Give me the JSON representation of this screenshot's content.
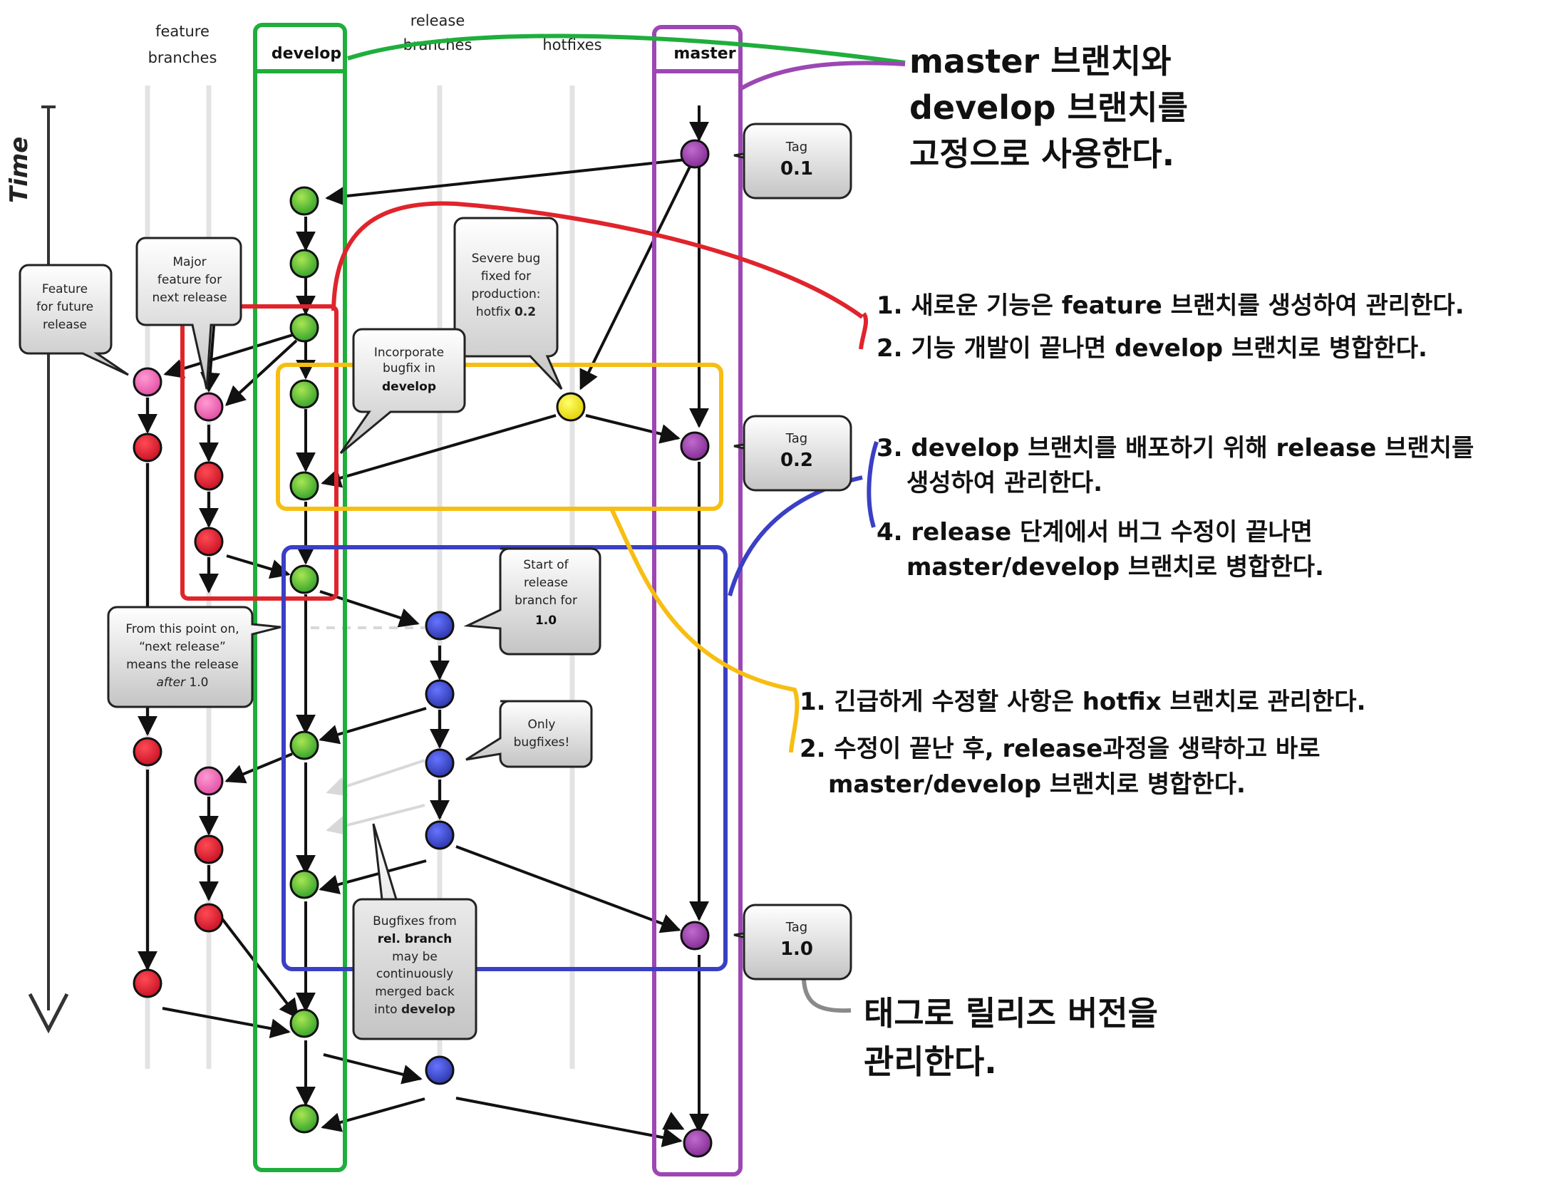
{
  "time_axis": {
    "label": "Time"
  },
  "columns": {
    "feature": {
      "line1": "feature",
      "line2": "branches"
    },
    "develop": {
      "label": "develop"
    },
    "release": {
      "line1": "release",
      "line2": "branches"
    },
    "hotfix": {
      "label": "hotfixes"
    },
    "master": {
      "label": "master"
    }
  },
  "tags": {
    "t01": {
      "label": "Tag",
      "version": "0.1"
    },
    "t02": {
      "label": "Tag",
      "version": "0.2"
    },
    "t10": {
      "label": "Tag",
      "version": "1.0"
    }
  },
  "bubbles": {
    "future": {
      "l1": "Feature",
      "l2": "for future",
      "l3": "release"
    },
    "major": {
      "l1": "Major",
      "l2": "feature for",
      "l3": "next release"
    },
    "severe": {
      "l1": "Severe bug",
      "l2": "fixed for",
      "l3": "production:",
      "l4": "hotfix",
      "l4b": "0.2"
    },
    "incorp": {
      "l1": "Incorporate",
      "l2": "bugfix in",
      "l3": "develop"
    },
    "startrel": {
      "l1": "Start of",
      "l2": "release",
      "l3": "branch for",
      "l4": "1.0"
    },
    "frompoint": {
      "l1": "From this point on,",
      "l2": "“next release”",
      "l3": "means the release",
      "l4a": "after",
      "l4b": "1.0"
    },
    "onlybug": {
      "l1": "Only",
      "l2": "bugfixes!"
    },
    "bugfixes": {
      "l1": "Bugfixes from",
      "l2": "rel. branch",
      "l3": "may be",
      "l4": "continuously",
      "l5": "merged back",
      "l6a": "into",
      "l6b": "develop"
    }
  },
  "annotations": {
    "fixed": {
      "l1": "master 브랜치와",
      "l2": "develop 브랜치를",
      "l3": "고정으로 사용한다."
    },
    "feature": {
      "l1": "1. 새로운 기능은 feature 브랜치를 생성하여 관리한다.",
      "l2": "2. 기능 개발이 끝나면 develop 브랜치로 병합한다."
    },
    "release": {
      "l1": "3. develop 브랜치를 배포하기 위해 release 브랜치를",
      "l2": "생성하여 관리한다.",
      "l3": "4. release 단계에서 버그 수정이 끝나면",
      "l4": "master/develop 브랜치로 병합한다."
    },
    "hotfix": {
      "l1": "1. 긴급하게 수정할 사항은 hotfix 브랜치로 관리한다.",
      "l2": "2. 수정이 끝난 후, release과정을 생략하고 바로",
      "l3": "master/develop 브랜치로 병합한다."
    },
    "tagnote": {
      "l1": "태그로 릴리즈 버전을",
      "l2": "관리한다."
    }
  },
  "colors": {
    "develop": "#8bd12a",
    "feature_pink": "#f06ab4",
    "feature_red": "#e3182d",
    "release": "#3a47c8",
    "hotfix": "#f5e500",
    "master": "#9b3ea8",
    "box_green": "#1fae3c",
    "box_purple": "#9c47b4",
    "box_red": "#e0242c",
    "box_yellow": "#f7be12",
    "box_blue": "#3a3fc4",
    "connector_gray": "#8a8a8a"
  }
}
